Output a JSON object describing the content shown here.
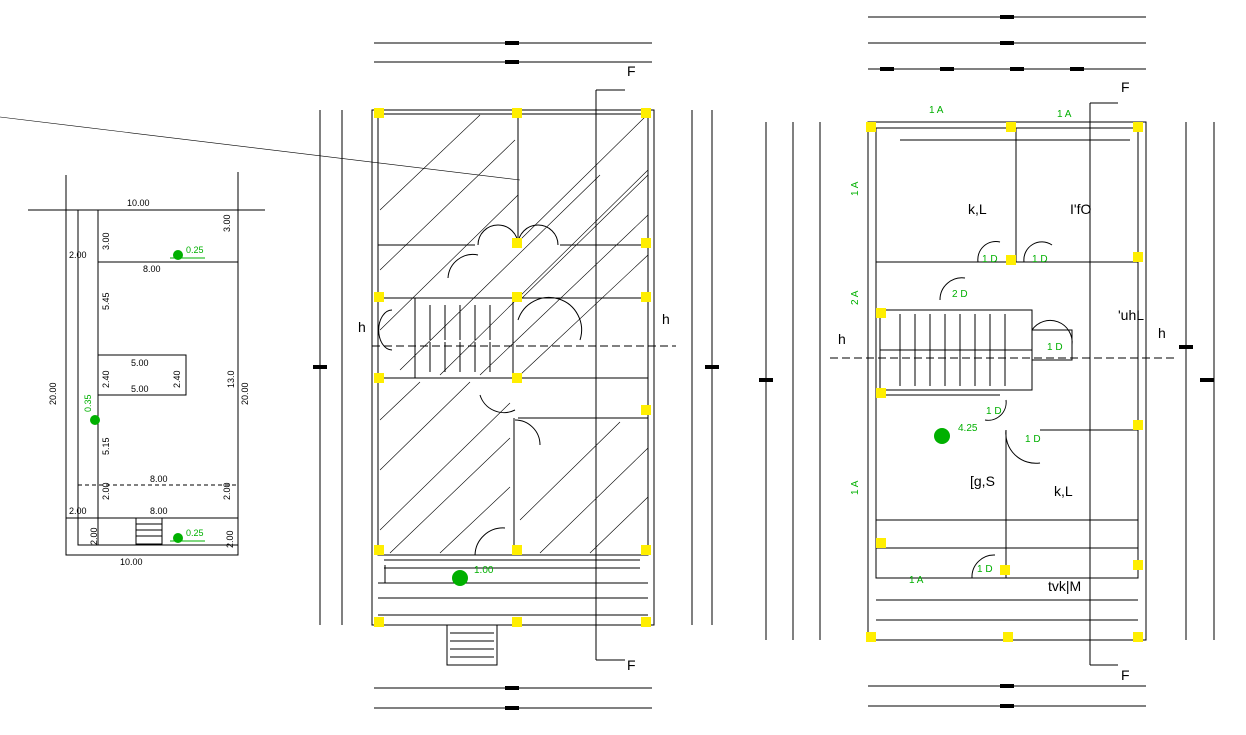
{
  "site_plan": {
    "top_width": "10.00",
    "top_setback": "3.00",
    "top_setback_right": "3.00",
    "left_offset_top": "2.00",
    "inner_width_top": "8.00",
    "level_top": "0.25",
    "side_upper": "5.45",
    "court_width": "5.00",
    "court_width_lower": "5.00",
    "court_depth": "2.40",
    "court_depth_right": "2.40",
    "total_depth": "20.00",
    "total_depth_right": "20.00",
    "inner_depth": "13.0",
    "side_lower": "5.15",
    "level_mid": "0.35",
    "inner_width_mid": "8.00",
    "front_setback": "2.00",
    "front_setback_right": "2.00",
    "left_offset_bottom": "2.00",
    "inner_width_bottom": "8.00",
    "left_front": "2.00",
    "front_right": "2.00",
    "level_bottom": "0.25",
    "bottom_width": "10.00"
  },
  "foundation_plan": {
    "level": "1.00",
    "section_labels": [
      "F",
      "F",
      "h",
      "h"
    ]
  },
  "floor_plan": {
    "rooms": [
      "k,L",
      "I'fO",
      "'uhL",
      "[g,S",
      "k,L",
      "tvk|M"
    ],
    "level": "4.25",
    "tags": [
      "1 A",
      "1 A",
      "1 A",
      "2 A",
      "1 A",
      "1 A",
      "1 D",
      "1 D",
      "2 D",
      "1 D",
      "1 D",
      "1 D",
      "1 D"
    ],
    "section_labels": [
      "F",
      "F",
      "h",
      "h"
    ]
  },
  "colors": {
    "column": "#ffee00",
    "annotation": "#00b000",
    "line": "#000000"
  }
}
